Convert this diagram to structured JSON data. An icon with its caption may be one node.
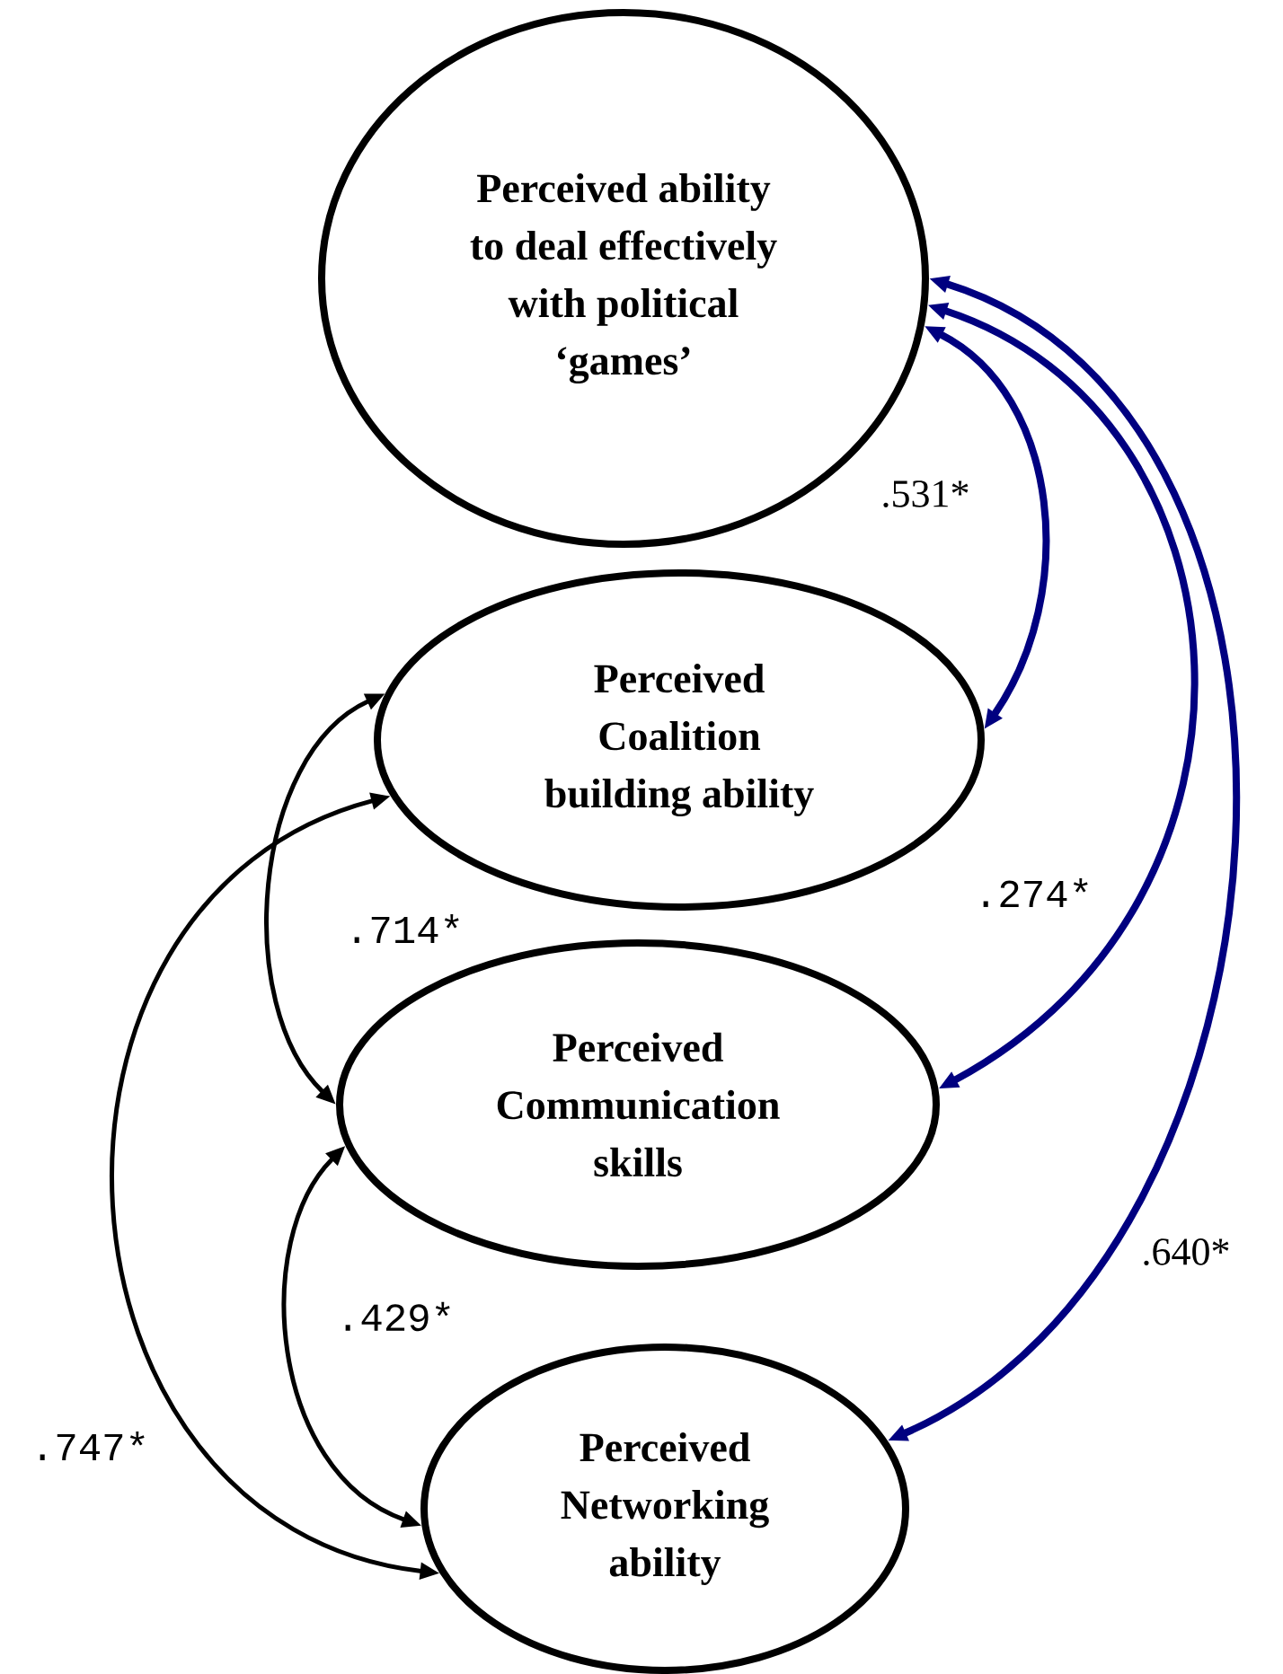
{
  "diagram": {
    "nodes": [
      {
        "text": [
          "Perceived ability to deal effectively with political ‘games’"
        ]
      },
      {
        "text": [
          "Perceived Coalition building ability"
        ]
      },
      {
        "text": [
          "Perceived Communication skills"
        ]
      },
      {
        "text": [
          "Perceived Networking ability"
        ]
      }
    ],
    "edges": [
      {
        "from": 0,
        "to": 1,
        "arrow": "both",
        "label": ".531*",
        "color": "#000080"
      },
      {
        "from": 0,
        "to": 2,
        "arrow": "both",
        "label": ".274*",
        "color": "#000080"
      },
      {
        "from": 0,
        "to": 3,
        "arrow": "both",
        "label": ".640*",
        "color": "#000080"
      },
      {
        "from": 1,
        "to": 2,
        "arrow": "both",
        "label": ".714*",
        "color": "#000000"
      },
      {
        "from": 1,
        "to": 3,
        "arrow": "both",
        "label": ".747*",
        "color": "#000000"
      },
      {
        "from": 2,
        "to": 3,
        "arrow": "both",
        "label": ".429*",
        "color": "#000000"
      }
    ]
  }
}
